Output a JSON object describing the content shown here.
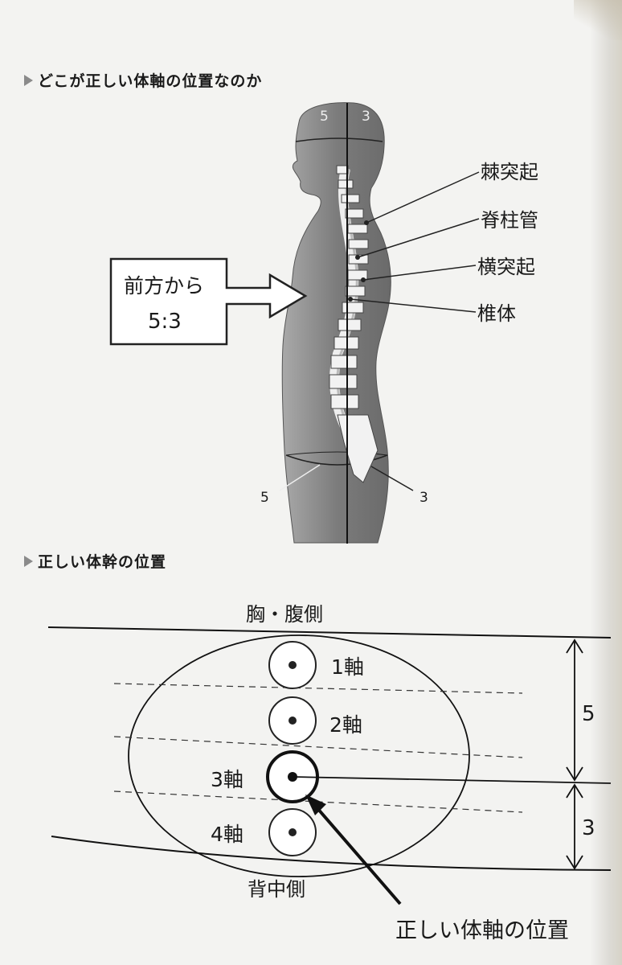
{
  "section1": {
    "heading": "どこが正しい体軸の位置なのか",
    "head_ratio_left": "5",
    "head_ratio_right": "3",
    "arrow_box_line1": "前方から",
    "arrow_box_line2": "5:3",
    "labels": {
      "spinous_process": "棘突起",
      "spinal_canal": "脊柱管",
      "transverse_process": "横突起",
      "vertebral_body": "椎体"
    },
    "pelvis_ratio_left": "5",
    "pelvis_ratio_right": "3"
  },
  "section2": {
    "heading": "正しい体幹の位置",
    "top_label": "胸・腹側",
    "bottom_label": "背中側",
    "axes": [
      "1軸",
      "2軸",
      "3軸",
      "4軸"
    ],
    "ratio_top": "5",
    "ratio_bottom": "3",
    "callout": "正しい体軸の位置"
  },
  "colors": {
    "body_shading": "#8d8d8d",
    "ink": "#1a1a1a",
    "paper": "#f3f3f1"
  }
}
